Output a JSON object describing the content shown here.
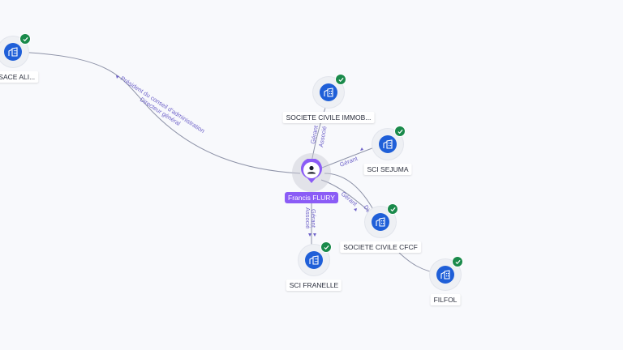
{
  "center": {
    "label": "Francis FLURY",
    "icon": "person-icon",
    "color": "#8b5cf6"
  },
  "companies": [
    {
      "id": "alsace",
      "label": "ON ALSACE ALI...",
      "icon": "building-icon",
      "status": "verified"
    },
    {
      "id": "immob",
      "label": "SOCIETE CIVILE IMMOB...",
      "icon": "building-icon",
      "status": "verified"
    },
    {
      "id": "sejuma",
      "label": "SCI SEJUMA",
      "icon": "building-icon",
      "status": "verified"
    },
    {
      "id": "cfcf",
      "label": "SOCIETE CIVILE CFCF",
      "icon": "building-icon",
      "status": "verified"
    },
    {
      "id": "franelle",
      "label": "SCI FRANELLE",
      "icon": "building-icon",
      "status": "verified"
    },
    {
      "id": "filfol",
      "label": "FILFOL",
      "icon": "building-icon",
      "status": "verified"
    }
  ],
  "relations": {
    "alsace": [
      "Président du conseil d'administration",
      "Directeur général"
    ],
    "immob": [
      "Gérant",
      "Associé"
    ],
    "sejuma": [
      "Gérant"
    ],
    "cfcf": [
      "Gérant",
      "Dir..."
    ],
    "franelle": [
      "Gérant",
      "Associé"
    ]
  },
  "colors": {
    "company": "#1f5fd8",
    "verified": "#1a8a4b",
    "relation_text": "#6f63c9",
    "edge": "#8e93a8"
  }
}
